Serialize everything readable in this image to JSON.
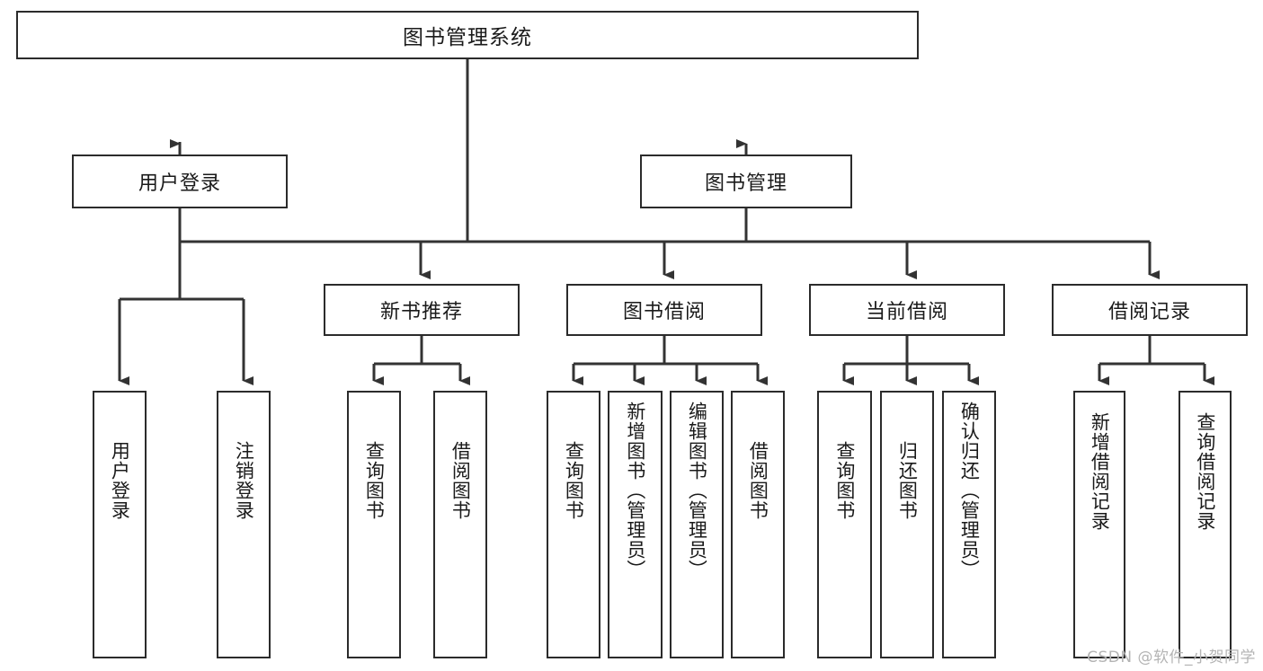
{
  "diagram": {
    "title": "图书管理系统",
    "type": "tree",
    "watermark": "CSDN @软件_小贺同学",
    "colors": {
      "border": "#2b2b2b",
      "background": "#ffffff",
      "text": "#1a1a1a",
      "edge": "#333333",
      "watermark": "#b4b4b4"
    }
  },
  "nodes": {
    "root": {
      "label": "图书管理系统"
    },
    "level2": [
      {
        "label": "用户登录"
      },
      {
        "label": "图书管理"
      }
    ],
    "level3": [
      {
        "label": "新书推荐"
      },
      {
        "label": "图书借阅"
      },
      {
        "label": "当前借阅"
      },
      {
        "label": "借阅记录"
      }
    ],
    "leaves": {
      "user_login": [
        {
          "label": "用户登录"
        },
        {
          "label": "注销登录"
        }
      ],
      "new_book_recommend": [
        {
          "label": "查询图书"
        },
        {
          "label": "借阅图书"
        }
      ],
      "book_borrow": [
        {
          "label": "查询图书"
        },
        {
          "label": "新增图书（管理员）"
        },
        {
          "label": "编辑图书（管理员）"
        },
        {
          "label": "借阅图书"
        }
      ],
      "current_borrow": [
        {
          "label": "查询图书"
        },
        {
          "label": "归还图书"
        },
        {
          "label": "确认归还（管理员）"
        }
      ],
      "borrow_record": [
        {
          "label": "新增借阅记录"
        },
        {
          "label": "查询借阅记录"
        }
      ]
    }
  }
}
